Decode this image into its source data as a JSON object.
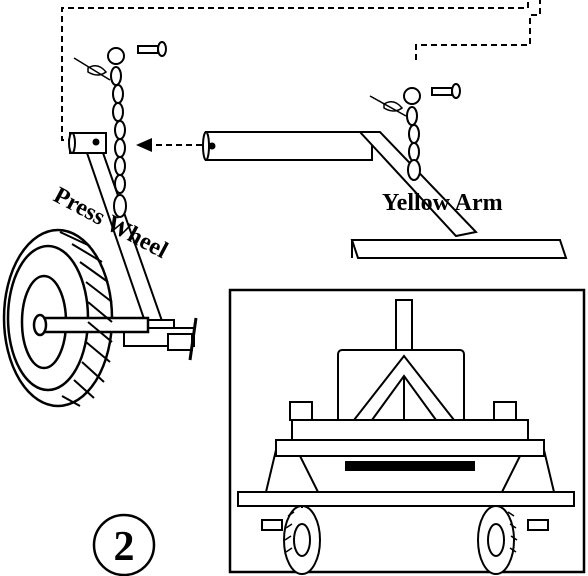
{
  "labels": {
    "press_wheel": "Press Wheel",
    "yellow_arm": "Yellow Arm",
    "step_number": "2"
  },
  "colors": {
    "ink": "#000000",
    "paper": "#ffffff"
  }
}
